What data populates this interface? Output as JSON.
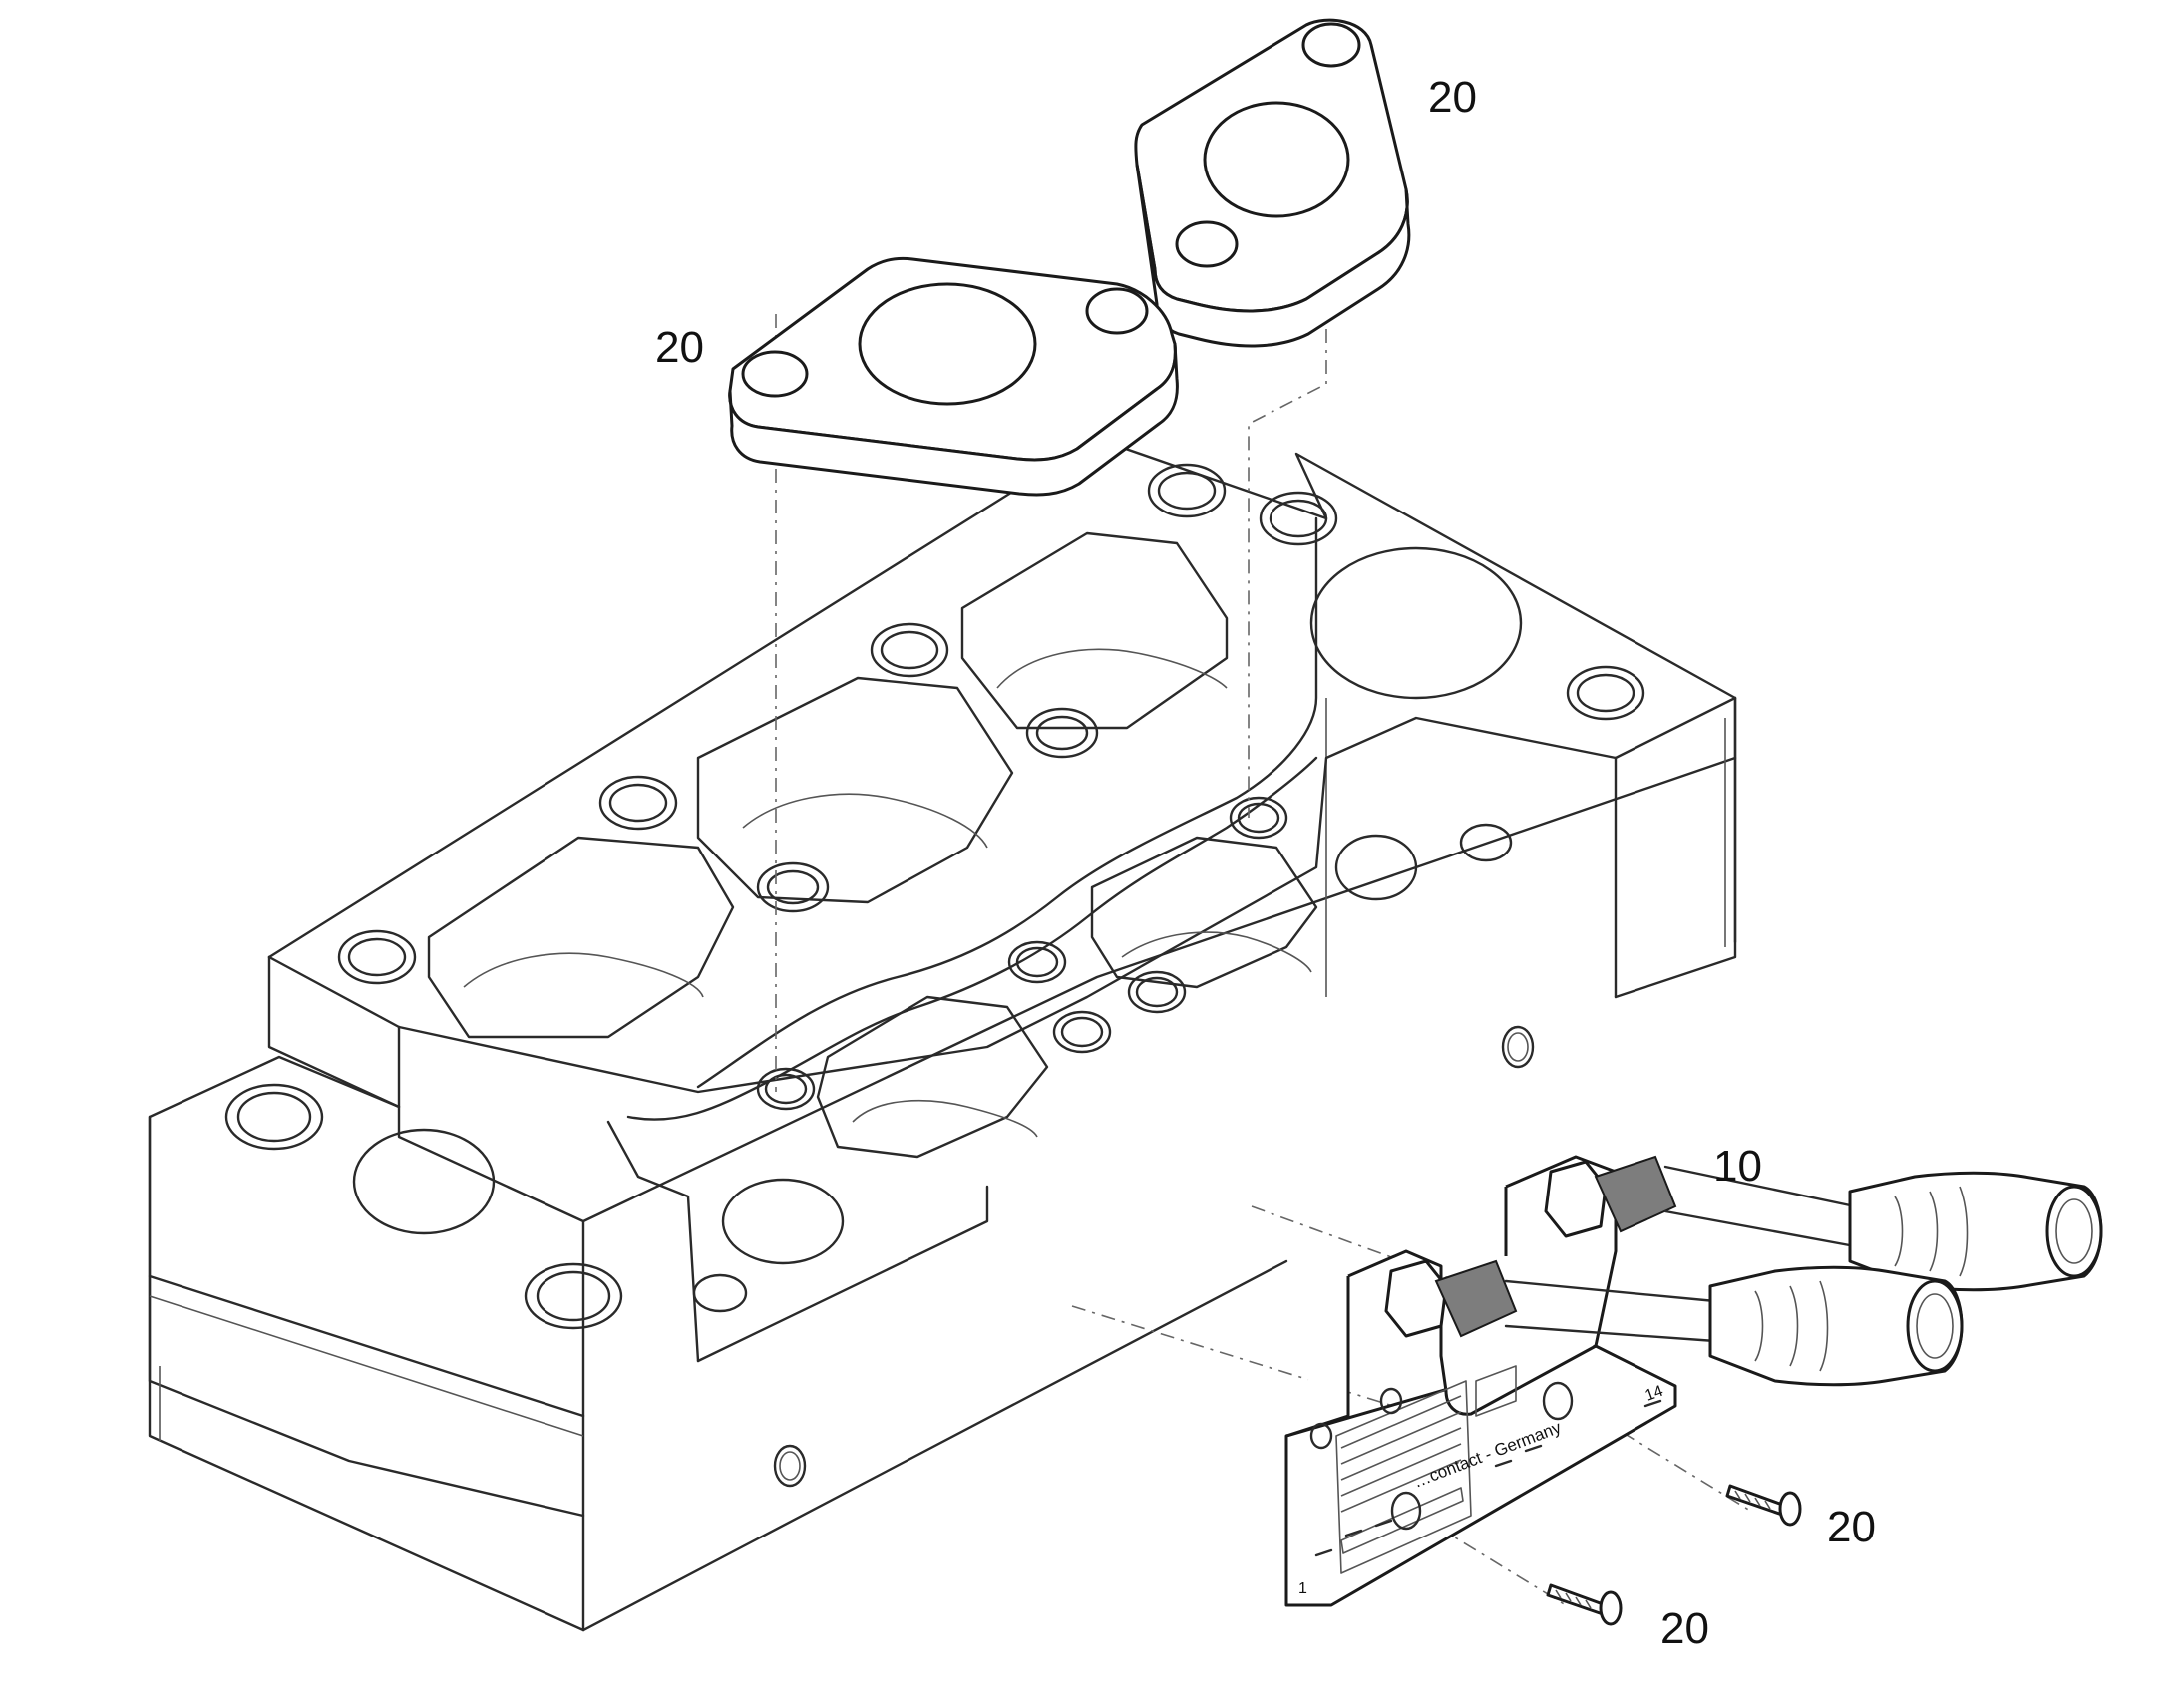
{
  "callouts": {
    "gasket_top_right": "20",
    "gasket_left": "20",
    "sensor_plate": "10",
    "screw_upper": "20",
    "screw_lower": "20"
  },
  "plate_marks": {
    "corner_left": "1",
    "corner_right": "14",
    "brand_strip": "…contact - Germany"
  },
  "colors": {
    "line": "#2a2a2a",
    "background": "#ffffff",
    "knurl": "#7d7d7d"
  }
}
